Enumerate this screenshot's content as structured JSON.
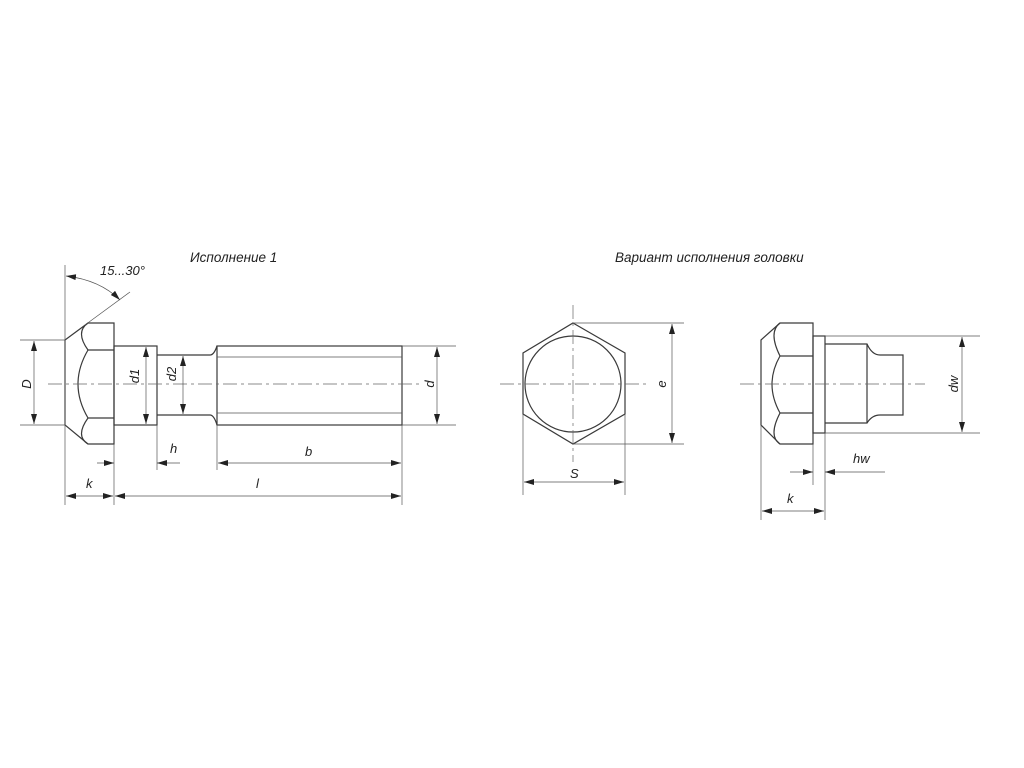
{
  "titles": {
    "variant1": "Исполнение 1",
    "head_variant": "Вариант исполнения головки"
  },
  "labels": {
    "angle": "15...30°",
    "D": "D",
    "d1": "d1",
    "d2": "d2",
    "d": "d",
    "h": "h",
    "b": "b",
    "k": "k",
    "l": "l",
    "e": "e",
    "S": "S",
    "dw": "dw",
    "hw": "hw",
    "k2": "k"
  }
}
